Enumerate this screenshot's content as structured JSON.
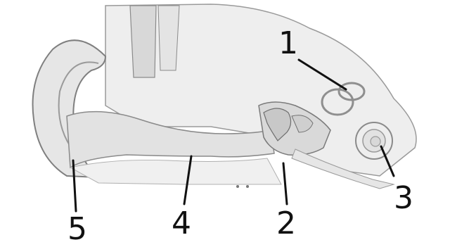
{
  "callouts": [
    {
      "number": "1"
    },
    {
      "number": "2"
    },
    {
      "number": "3"
    },
    {
      "number": "4"
    },
    {
      "number": "5"
    }
  ],
  "colors": {
    "background": "#ffffff",
    "tissue_fill": "#ececec",
    "tissue_shade": "#d4d4d4",
    "outline": "#8a8a8a",
    "leader_line": "#111111",
    "label_text": "#111111"
  }
}
